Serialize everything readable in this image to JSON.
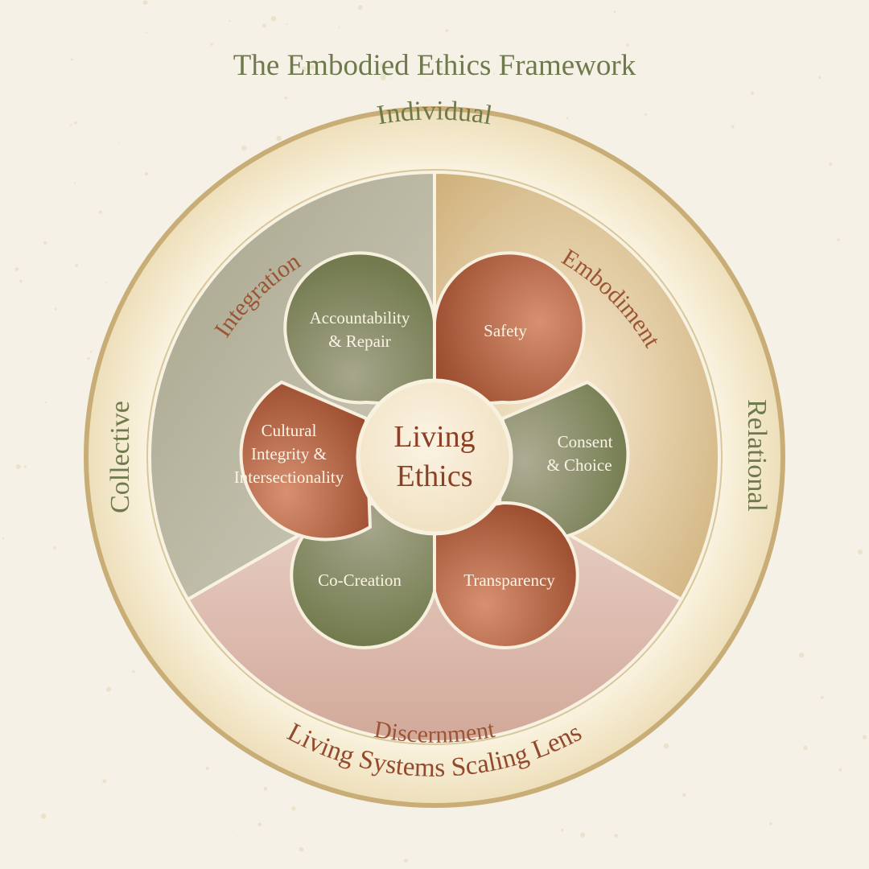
{
  "title": "The Embodied Ethics Framework",
  "ring": {
    "top": "Individual",
    "right": "Relational",
    "left": "Collective",
    "bottom_arc": "Living Systems Scaling Lens"
  },
  "sectors": {
    "top_left": "Integration",
    "top_right": "Embodiment",
    "bottom": "Discernment"
  },
  "center": {
    "line1": "Living",
    "line2": "Ethics"
  },
  "petals": {
    "accountability": {
      "line1": "Accountability",
      "line2": "& Repair"
    },
    "safety": {
      "line1": "Safety"
    },
    "consent": {
      "line1": "Consent",
      "line2": "& Choice"
    },
    "transparency": {
      "line1": "Transparency"
    },
    "cocreation": {
      "line1": "Co-Creation"
    },
    "cultural": {
      "line1": "Cultural",
      "line2": "Integrity &",
      "line3": "Intersectionality"
    }
  },
  "colors": {
    "background": "#f6f1e6",
    "olive": "#7a8152",
    "terracotta": "#a5583a",
    "gold": "#c9ad72",
    "sage": "#b5b29d",
    "rose": "#d9b3a6"
  }
}
